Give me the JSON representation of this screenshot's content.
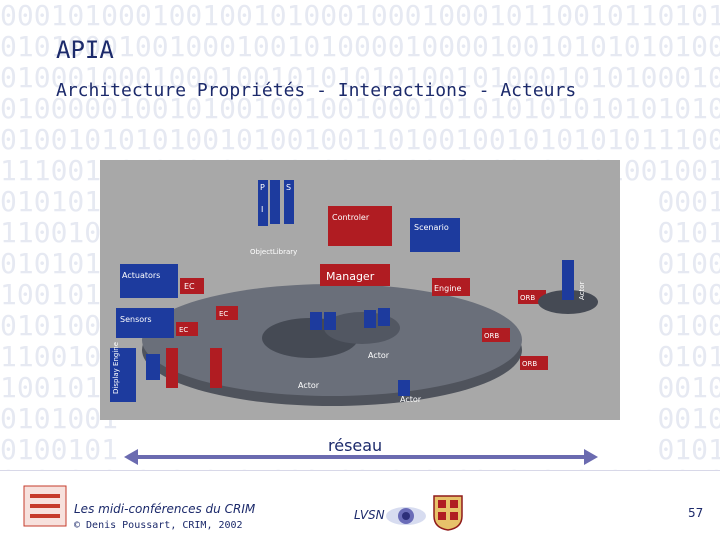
{
  "slide": {
    "title": "APIA",
    "subtitle": "Architecture Propriétés - Interactions - Acteurs",
    "page_number": "57"
  },
  "diagram": {
    "network_label": "réseau",
    "blocks": {
      "controler": "Controler",
      "scenario": "Scenario",
      "object_library": "ObjectLibrary",
      "manager": "Manager",
      "engine": "Engine",
      "actuators": "Actuators",
      "sensors": "Sensors",
      "display_engine": "Display Engine",
      "ec": "EC",
      "orb": "ORB",
      "actor": "Actor",
      "p": "P",
      "s": "S",
      "i": "I"
    }
  },
  "footer": {
    "series": "Les midi-conférences du CRIM",
    "copyright": "© Denis Poussart, CRIM, 2002",
    "lab": "LVSN"
  },
  "colors": {
    "title": "#1c2a6b",
    "red_block": "#b01c22",
    "blue_block": "#1d3b9e",
    "disk": "#5f6470",
    "background_binary": "#e6e9f2"
  }
}
